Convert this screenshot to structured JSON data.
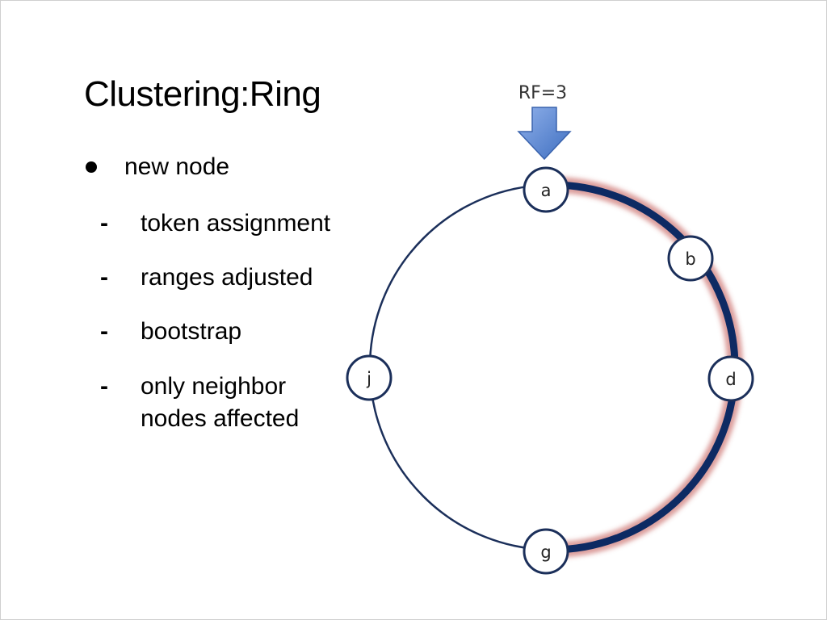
{
  "slide": {
    "title": "Clustering:Ring",
    "bullet": "new node",
    "subitems": [
      {
        "dash": "-",
        "text": "token assignment"
      },
      {
        "dash": "-",
        "text": "ranges adjusted"
      },
      {
        "dash": "-",
        "text": "bootstrap"
      },
      {
        "dash": "-",
        "text": "only neighbor\nnodes affected"
      }
    ]
  },
  "diagram": {
    "rf_label": "RF=3",
    "nodes": {
      "a": "a",
      "b": "b",
      "d": "d",
      "g": "g",
      "j": "j"
    },
    "colors": {
      "ring": "#1b2f5a",
      "highlight": "#0d2a63",
      "glow": "#c0504d",
      "arrow_fill": "#4f81d1",
      "node_border": "#1b2f5a"
    }
  }
}
